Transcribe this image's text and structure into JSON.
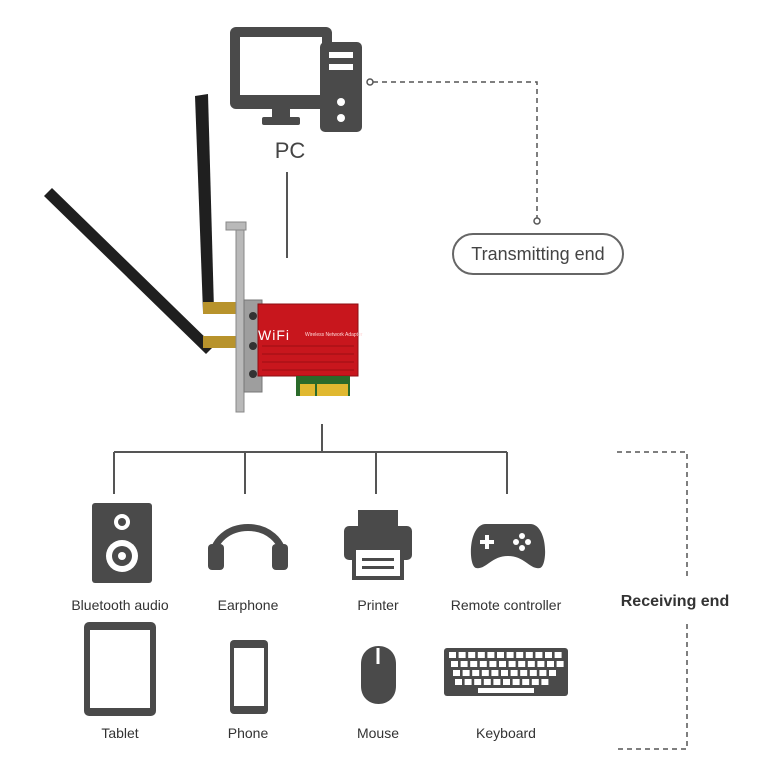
{
  "transmitter": {
    "pc_label": "PC",
    "role_label": "Transmitting end",
    "card_brand": "WiFi",
    "card_caption": "Wireless Network Adapter"
  },
  "receiver": {
    "role_label": "Receiving end",
    "devices": [
      {
        "label": "Bluetooth audio",
        "icon": "speaker-icon"
      },
      {
        "label": "Earphone",
        "icon": "headphones-icon"
      },
      {
        "label": "Printer",
        "icon": "printer-icon"
      },
      {
        "label": "Remote controller",
        "icon": "gamepad-icon"
      },
      {
        "label": "Tablet",
        "icon": "tablet-icon"
      },
      {
        "label": "Phone",
        "icon": "phone-icon"
      },
      {
        "label": "Mouse",
        "icon": "mouse-icon"
      },
      {
        "label": "Keyboard",
        "icon": "keyboard-icon"
      }
    ]
  },
  "colors": {
    "icon": "#4a4a4a",
    "card_red": "#c8161d",
    "antenna": "#222222",
    "line": "#555555"
  }
}
